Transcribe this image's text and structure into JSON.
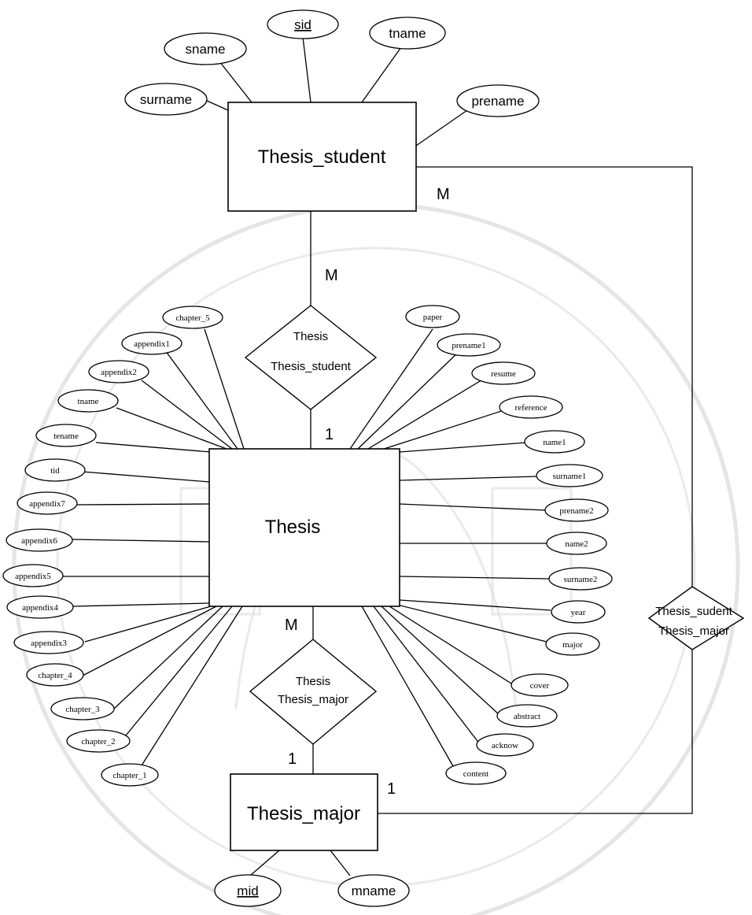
{
  "entities": {
    "thesis_student": "Thesis_student",
    "thesis": "Thesis",
    "thesis_major": "Thesis_major"
  },
  "relationships": {
    "rel_student": {
      "line1": "Thesis",
      "line2": "Thesis_student"
    },
    "rel_major": {
      "line1": "Thesis",
      "line2": "Thesis_major"
    },
    "rel_student_major": {
      "line1": "Thesis_sudent",
      "line2": "Thesis_major"
    }
  },
  "cardinalities": {
    "student_side_right": "M",
    "student_to_thesis": "M",
    "thesis_from_student": "1",
    "thesis_to_major": "M",
    "major_from_thesis": "1",
    "major_side_right": "1"
  },
  "student_attributes": [
    "sid",
    "sname",
    "tname",
    "surname",
    "prename"
  ],
  "major_attributes": [
    "mid",
    "mname"
  ],
  "thesis_attributes_left": [
    "chapter_5",
    "appendix1",
    "appendix2",
    "tname",
    "tename",
    "tid",
    "appendix7",
    "appendix6",
    "appendix5",
    "appendix4",
    "appendix3",
    "chapter_4",
    "chapter_3",
    "chapter_2",
    "chapter_1"
  ],
  "thesis_attributes_right": [
    "paper",
    "prename1",
    "resume",
    "reference",
    "name1",
    "surname1",
    "prename2",
    "name2",
    "surname2",
    "year",
    "major",
    "cover",
    "abstract",
    "acknow",
    "content"
  ]
}
